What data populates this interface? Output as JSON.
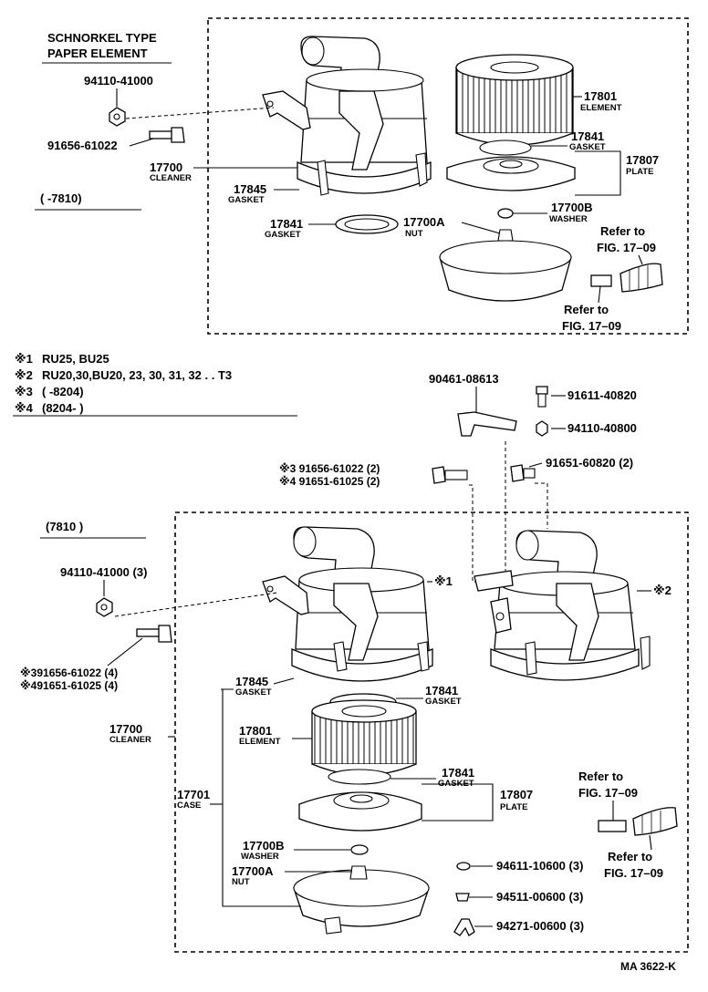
{
  "header": {
    "title_line1": "SCHNORKEL TYPE",
    "title_line2": "PAPER ELEMENT",
    "range_top": "(         -7810)",
    "range_bottom": "(7810         )"
  },
  "notes": [
    {
      "mark": "※1",
      "text": "RU25, BU25"
    },
    {
      "mark": "※2",
      "text": "RU20,30,BU20, 23, 30, 31, 32 . . T3"
    },
    {
      "mark": "※3",
      "text": "(         -8204)"
    },
    {
      "mark": "※4",
      "text": "(8204-          )"
    }
  ],
  "top_labels": {
    "nut_94110": "94110-41000",
    "bolt_91656": "91656-61022",
    "cleaner_no": "17700",
    "cleaner": "CLEANER",
    "gasket_17845_no": "17845",
    "gasket": "GASKET",
    "gasket_17841_no": "17841",
    "element_no": "17801",
    "element": "ELEMENT",
    "gasket_17841b_no": "17841",
    "plate_no": "17807",
    "plate": "PLATE",
    "washer_no": "17700B",
    "washer": "WASHER",
    "nut_no": "17700A",
    "nut": "NUT",
    "refer_a1": "Refer to",
    "refer_a2": "FIG. 17–09",
    "refer_b1": "Refer to",
    "refer_b2": "FIG. 17–09"
  },
  "mid_labels": {
    "bracket": "90461-08613",
    "bolt_91611": "91611-40820",
    "nut_94110_40800": "94110-40800",
    "bolt_s3": "※3 91656-61022 (2)",
    "bolt_s4": "※4 91651-61025 (2)",
    "bolt_91651_60820": "91651-60820 (2)"
  },
  "bottom_labels": {
    "nut_94110_3": "94110-41000 (3)",
    "bolt_s3_4": "※391656-61022 (4)",
    "bolt_s4_4": "※491651-61025 (4)",
    "mark1": "※1",
    "mark2": "※2",
    "gasket_17845_no": "17845",
    "gasket": "GASKET",
    "gasket_17841_no": "17841",
    "gasket_b": "GASKET",
    "cleaner_no": "17700",
    "cleaner": "CLEANER",
    "element_no": "17801",
    "element": "ELEMENT",
    "gasket_17841c_no": "17841",
    "gasket_c": "GASKET",
    "case_no": "17701",
    "case": "CASE",
    "plate_no": "17807",
    "plate": "PLATE",
    "washer_no": "17700B",
    "washer": "WASHER",
    "nut_no": "17700A",
    "nut": "NUT",
    "refer_c1": "Refer to",
    "refer_c2": "FIG. 17–09",
    "refer_d1": "Refer to",
    "refer_d2": "FIG. 17–09",
    "p94611": "94611-10600 (3)",
    "p94511": "94511-00600 (3)",
    "p94271": "94271-00600 (3)"
  },
  "footer": {
    "code": "MA 3622-K"
  }
}
